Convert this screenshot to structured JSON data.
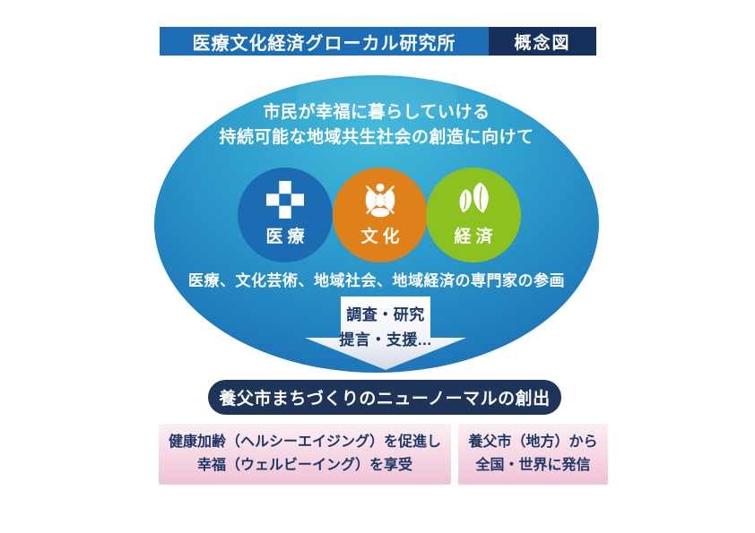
{
  "header": {
    "title": "医療文化経済グローカル研究所",
    "badge": "概念図"
  },
  "ellipse": {
    "heading_line1": "市民が幸福に暮らしていける",
    "heading_line2": "持続可能な地域共生社会の創造に向けて",
    "circles": [
      {
        "label": "医療",
        "icon": "medical-cross-icon",
        "color": "#1c6cb3"
      },
      {
        "label": "文化",
        "icon": "culture-person-icon",
        "color": "#e08018"
      },
      {
        "label": "経済",
        "icon": "economy-leaf-icon",
        "color": "#8bc220"
      }
    ],
    "participation": "医療、文化芸術、地域社会、地域経済の専門家の参画"
  },
  "arrow": {
    "line1": "調査・研究",
    "line2": "提言・支援..."
  },
  "outcome": {
    "text": "養父市まちづくりのニューノーマルの創出"
  },
  "bottom_boxes": [
    {
      "line1": "健康加齢（ヘルシーエイジング）を促進し",
      "line2": "幸福（ウェルビーイング）を享受"
    },
    {
      "line1": "養父市（地方）から",
      "line2": "全国・世界に発信"
    }
  ],
  "colors": {
    "header_blue": "#1b6db6",
    "header_navy": "#15305a",
    "ellipse_top": "#43badb",
    "ellipse_mid": "#2e9ecd",
    "ellipse_bottom": "#1e77ba",
    "medical_blue": "#1c6cb3",
    "culture_orange": "#e08018",
    "economy_green": "#8bc220",
    "navy": "#1e3459",
    "text_navy": "#1c3767",
    "pink_top": "#fdeef4",
    "pink_bottom": "#eec3d5"
  }
}
